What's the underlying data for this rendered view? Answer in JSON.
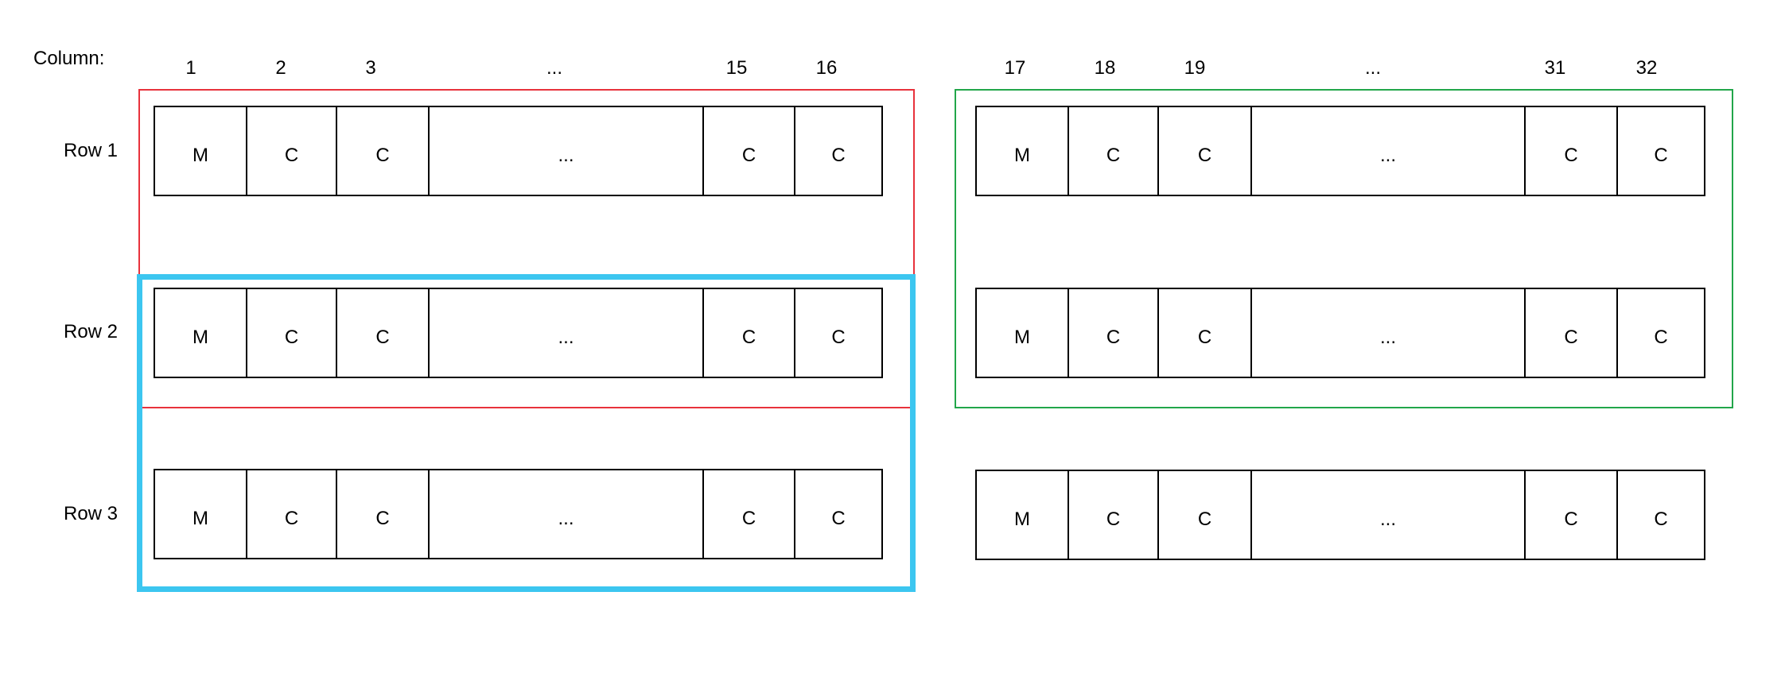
{
  "header": {
    "column_label": "Column:"
  },
  "colors": {
    "red_group": "#e8323c",
    "green_group": "#22a64a",
    "blue_group": "#3cc6f0",
    "line": "#000000"
  },
  "left_block": {
    "columns": [
      "1",
      "2",
      "3",
      "...",
      "15",
      "16"
    ],
    "rows": [
      {
        "label": "Row 1",
        "cells": [
          "M",
          "C",
          "C",
          "...",
          "C",
          "C"
        ]
      },
      {
        "label": "Row 2",
        "cells": [
          "M",
          "C",
          "C",
          "...",
          "C",
          "C"
        ]
      },
      {
        "label": "Row 3",
        "cells": [
          "M",
          "C",
          "C",
          "...",
          "C",
          "C"
        ]
      }
    ]
  },
  "right_block": {
    "columns": [
      "17",
      "18",
      "19",
      "...",
      "31",
      "32"
    ],
    "rows": [
      {
        "cells": [
          "M",
          "C",
          "C",
          "...",
          "C",
          "C"
        ]
      },
      {
        "cells": [
          "M",
          "C",
          "C",
          "...",
          "C",
          "C"
        ]
      },
      {
        "cells": [
          "M",
          "C",
          "C",
          "...",
          "C",
          "C"
        ]
      }
    ]
  }
}
